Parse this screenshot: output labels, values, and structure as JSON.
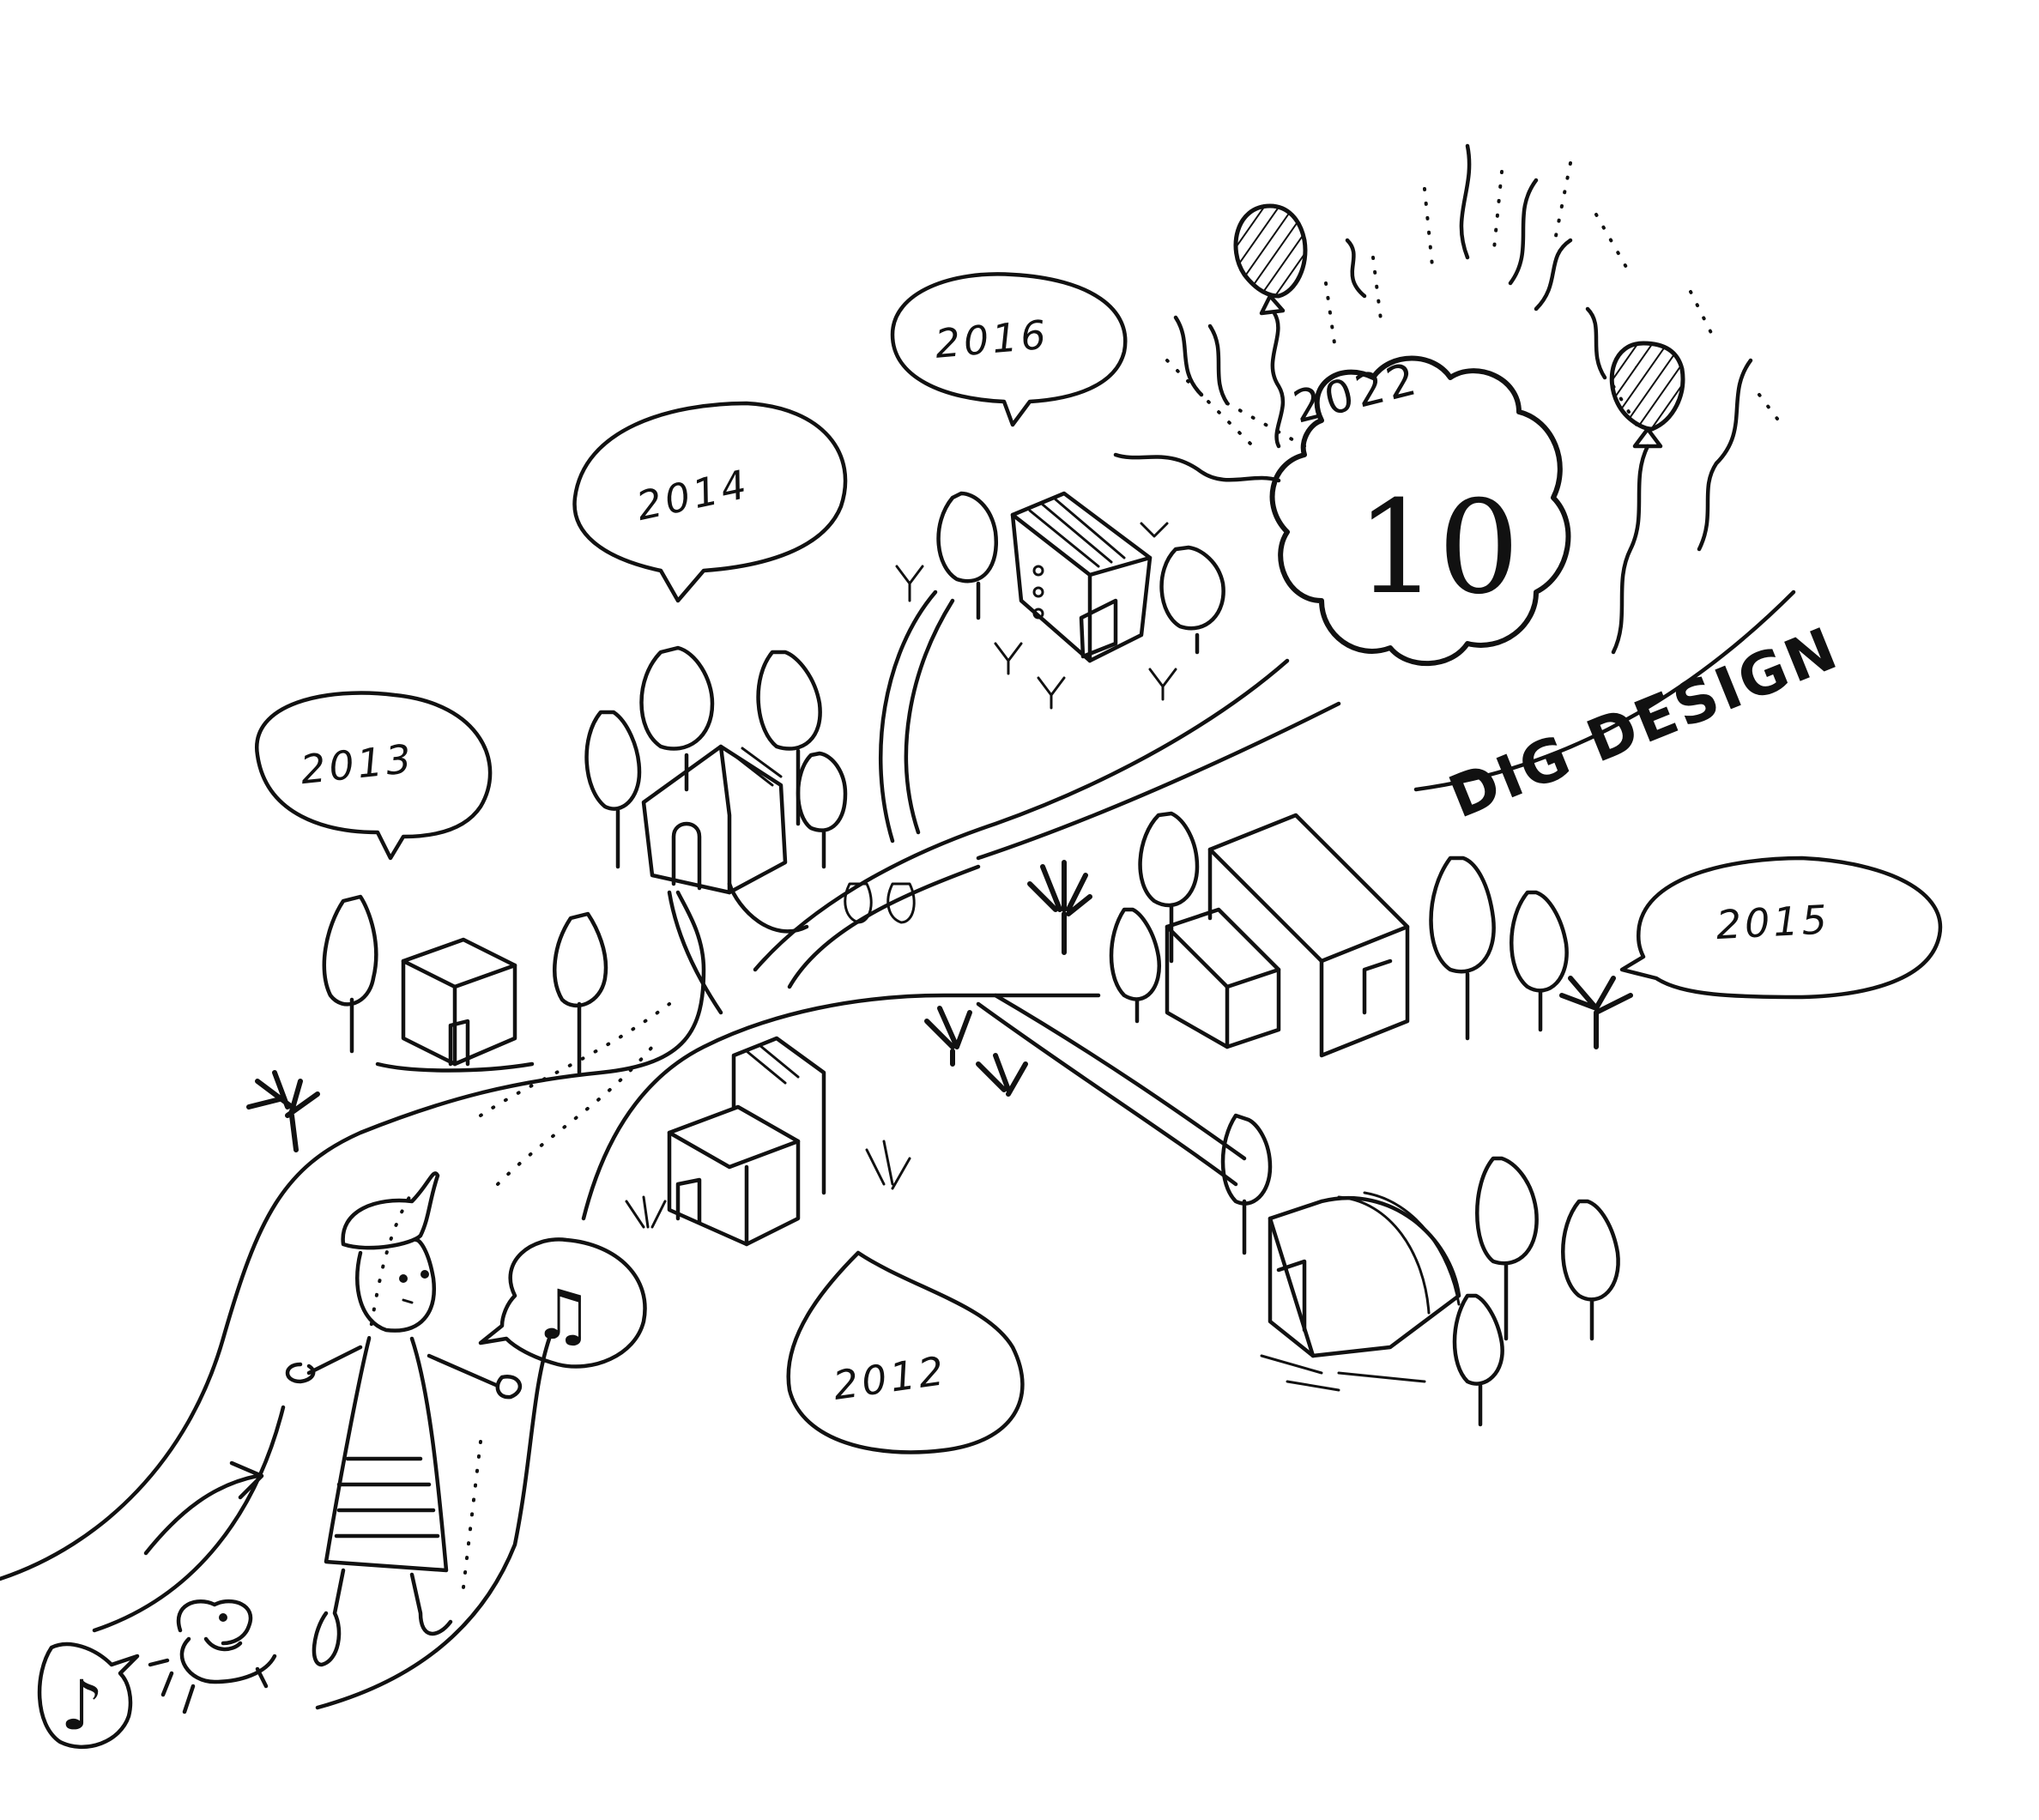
{
  "labels": {
    "y2012": "2012",
    "y2013": "2013",
    "y2014": "2014",
    "y2015": "2015",
    "y2016": "2016",
    "year_top": "2022",
    "anniversary": "10",
    "brand": "DIG DESIGN"
  },
  "glyphs": {
    "music_note_double": "♫",
    "music_note_single": "♪"
  },
  "colors": {
    "ink": "#111111",
    "paper": "#ffffff"
  }
}
